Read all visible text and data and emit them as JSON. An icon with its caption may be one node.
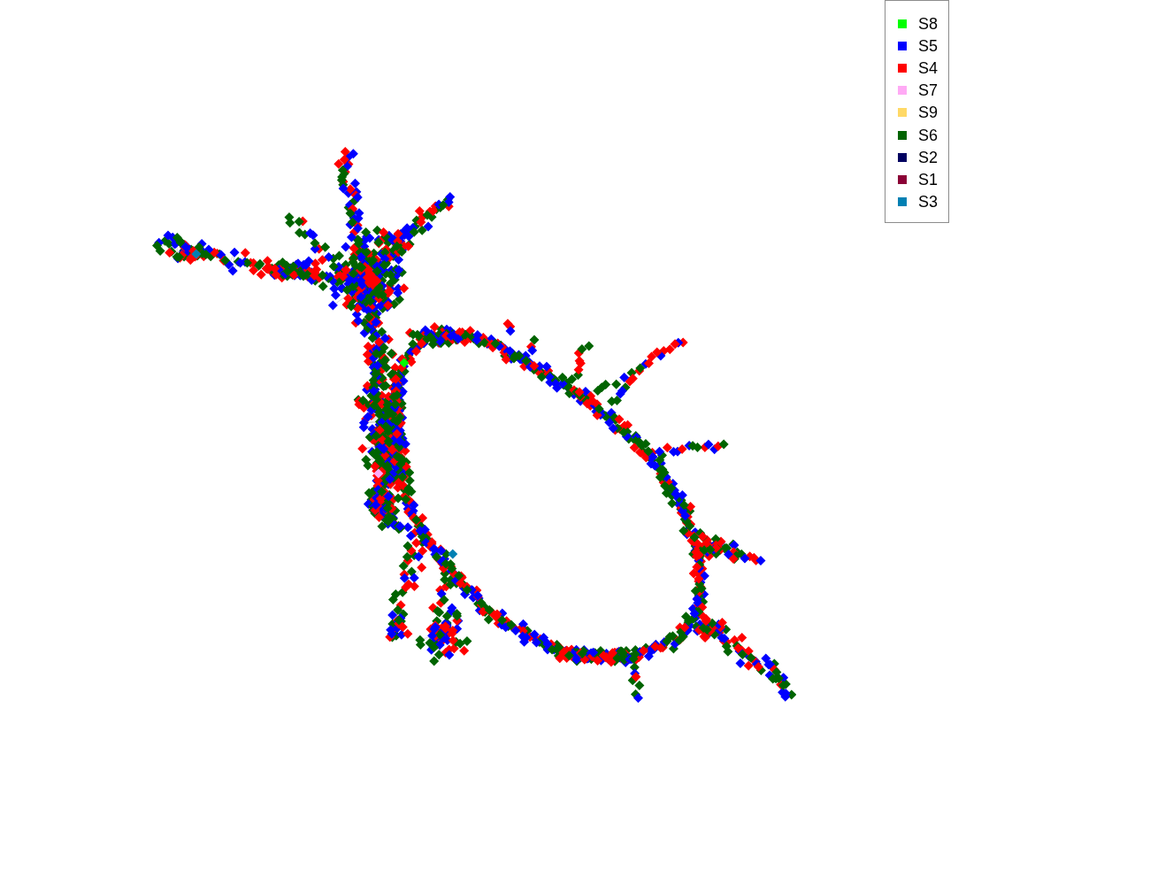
{
  "diagram": {
    "legend": [
      {
        "text": "S8",
        "color": "#00ff00"
      },
      {
        "text": "S5",
        "color": "#0000ff"
      },
      {
        "text": "S4",
        "color": "#ff0000"
      },
      {
        "text": "S7",
        "color": "#ffaaf5"
      },
      {
        "text": "S9",
        "color": "#ffd966"
      },
      {
        "text": "S6",
        "color": "#006400"
      },
      {
        "text": "S2",
        "color": "#000060"
      },
      {
        "text": "S1",
        "color": "#8b0036"
      },
      {
        "text": "S3",
        "color": "#0080b3"
      }
    ]
  }
}
